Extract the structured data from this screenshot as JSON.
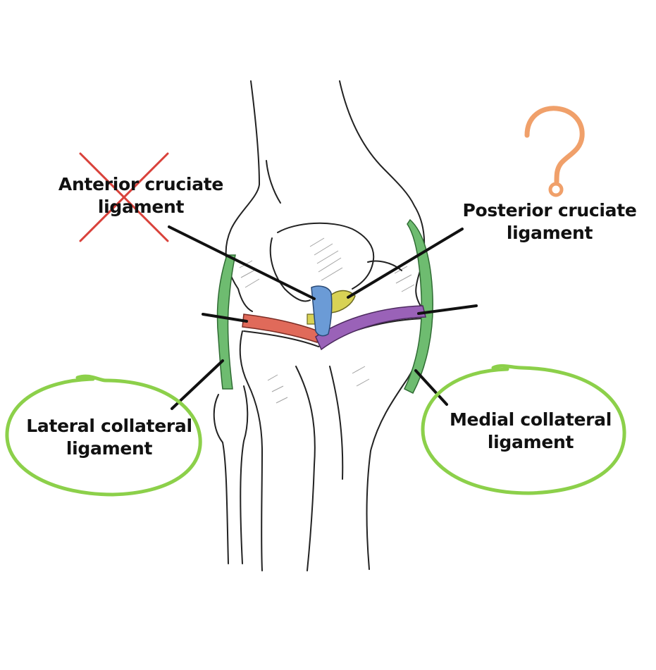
{
  "labels": {
    "anterior_cruciate": {
      "line1": "Anterior cruciate",
      "line2": "ligament"
    },
    "posterior_cruciate": {
      "line1": "Posterior cruciate",
      "line2": "ligament"
    },
    "lateral_collateral": {
      "line1": "Lateral collateral",
      "line2": "ligament"
    },
    "medial_collateral": {
      "line1": "Medial collateral",
      "line2": "ligament"
    }
  },
  "marks": {
    "cross_icon": "x-mark-icon",
    "question_icon": "question-mark-icon",
    "circle_icon": "circle-highlight-icon"
  },
  "colors": {
    "cross": "#d9413a",
    "question": "#f0a06a",
    "circle": "#8cd04a",
    "acl": "#6b9bd6",
    "pcl": "#d8d255",
    "collateral": "#6ebc70",
    "lateral_meniscus": "#e06a5a",
    "medial_meniscus": "#9a62b8",
    "outline": "#222222"
  }
}
